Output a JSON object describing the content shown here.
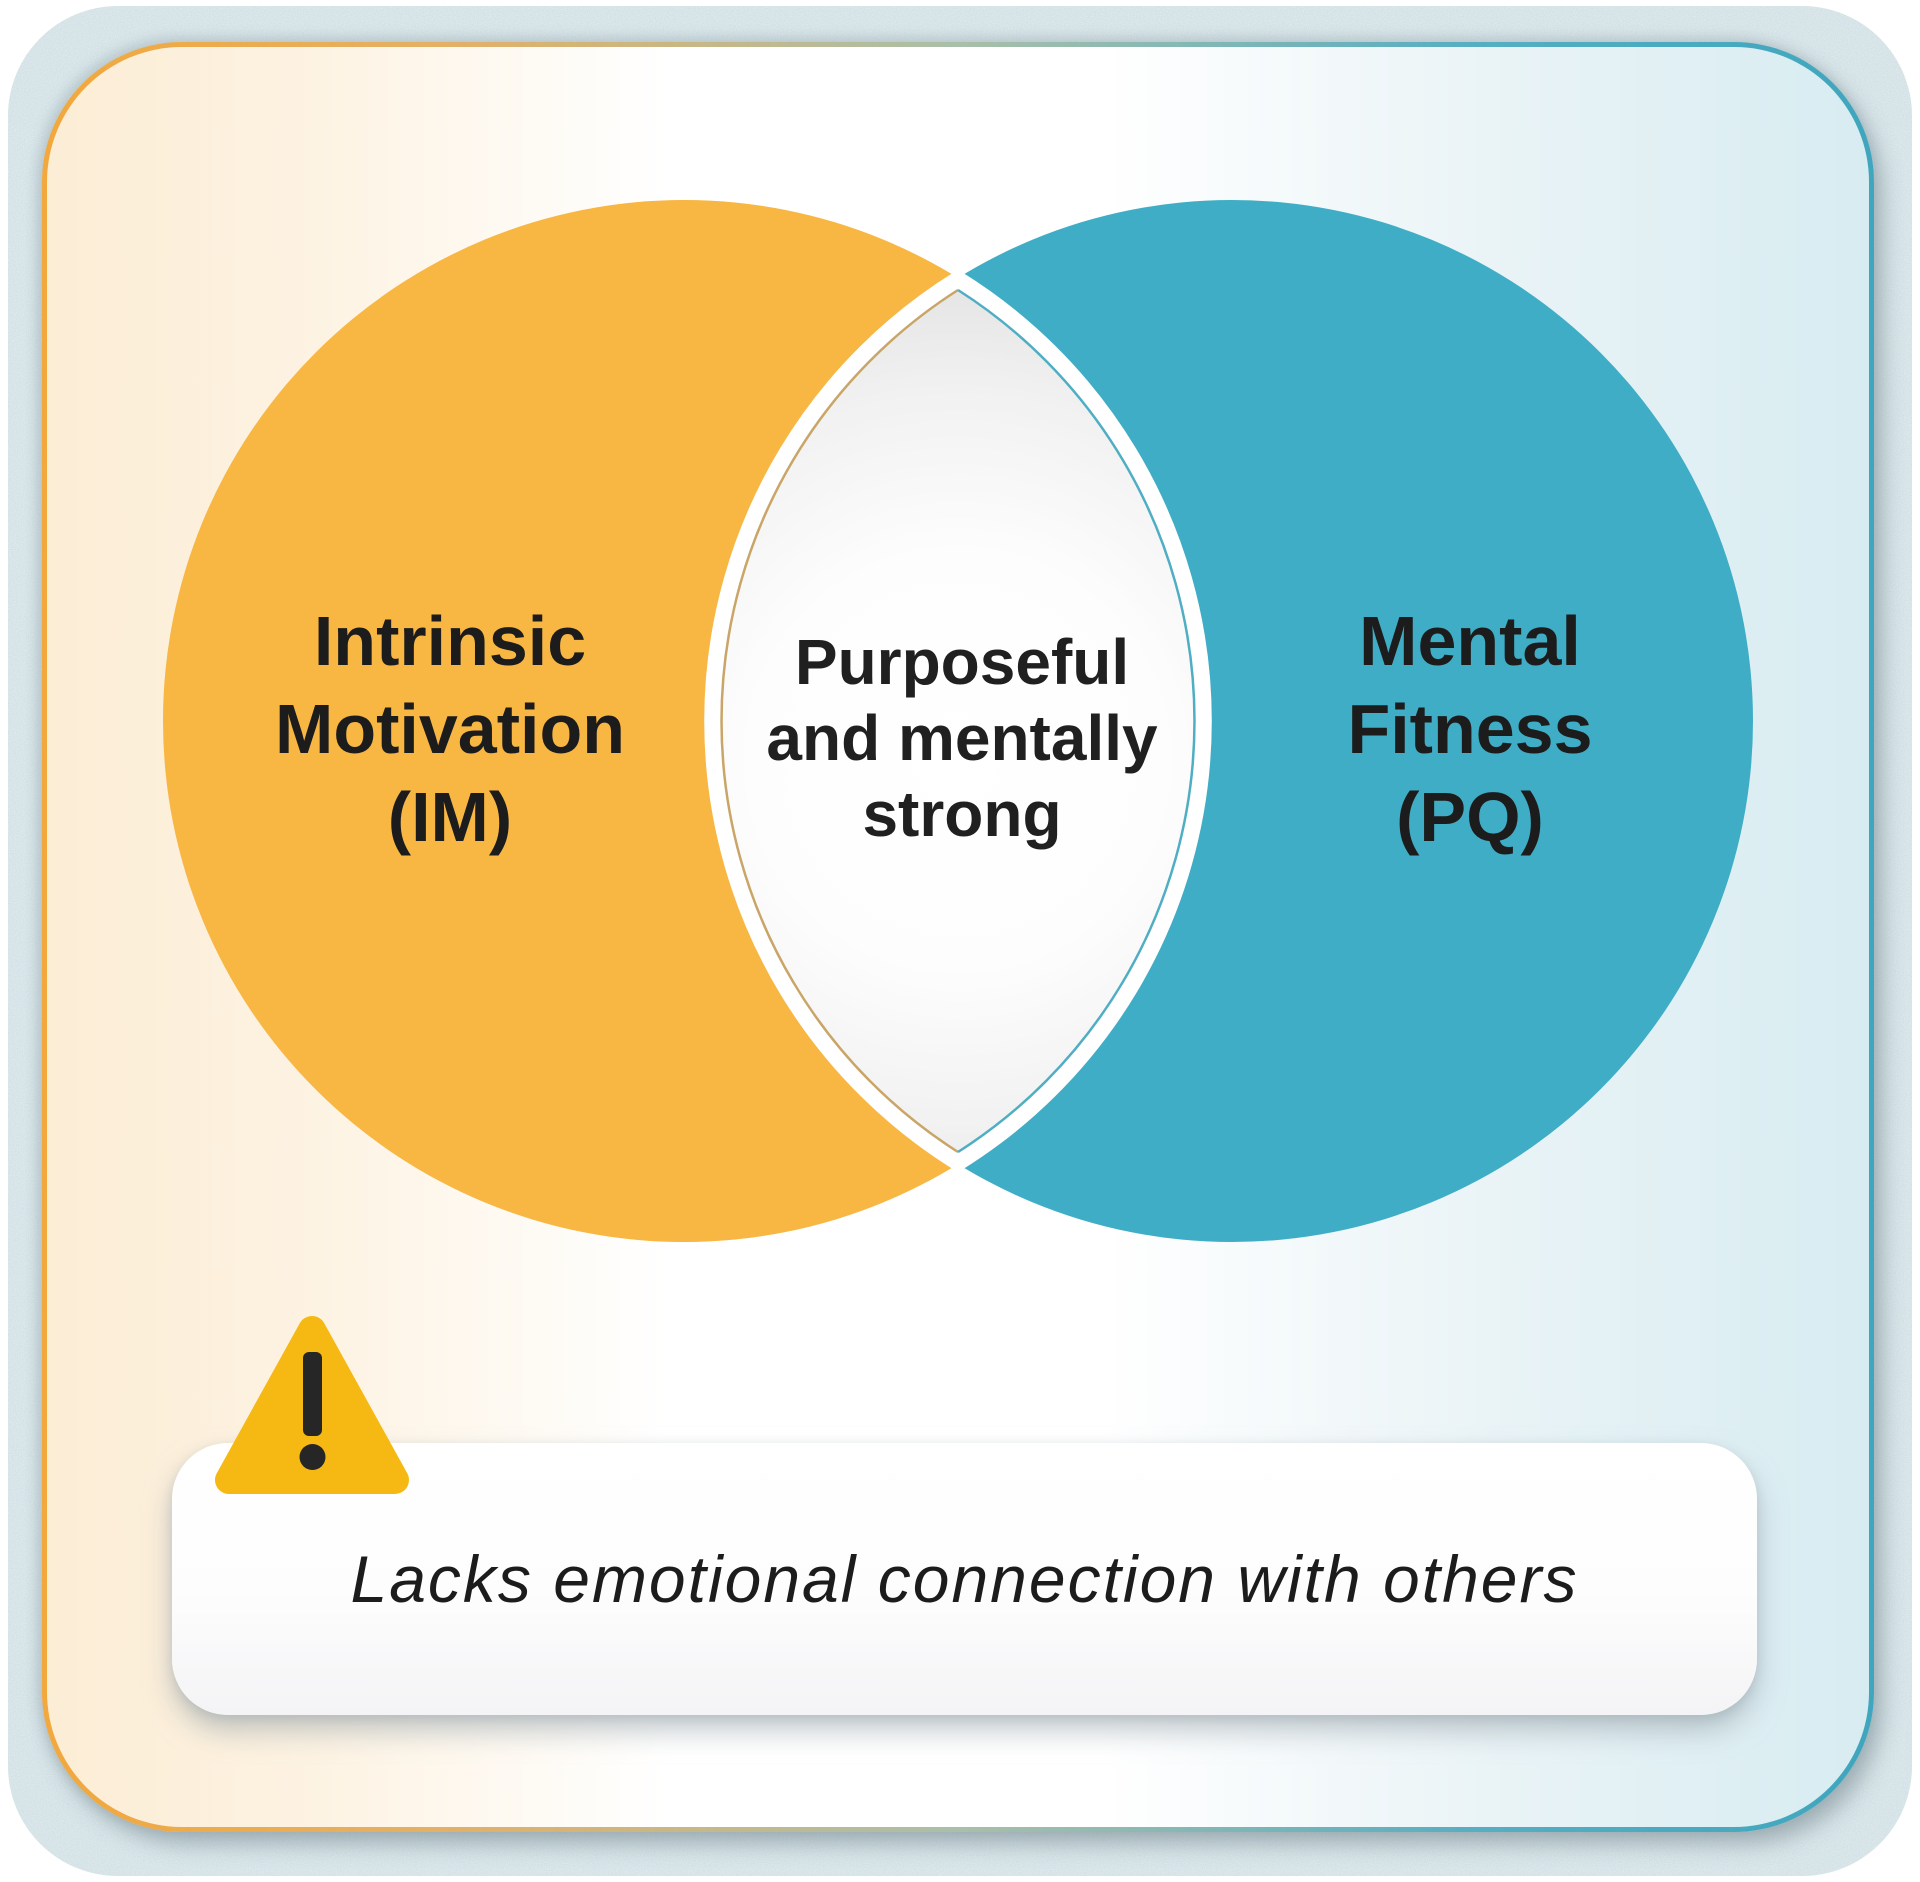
{
  "venn": {
    "left_circle": {
      "label": "Intrinsic Motivation (IM)",
      "lines": [
        "Intrinsic",
        "Motivation",
        "(IM)"
      ],
      "fill": "#F8B643"
    },
    "right_circle": {
      "label": "Mental Fitness (PQ)",
      "lines": [
        "Mental",
        "Fitness",
        "(PQ)"
      ],
      "fill": "#3FADC5"
    },
    "overlap": {
      "label": "Purposeful and mentally strong",
      "lines": [
        "Purposeful",
        "and mentally",
        "strong"
      ]
    }
  },
  "callout": {
    "text": "Lacks emotional connection with others",
    "icon": "warning-triangle-icon",
    "icon_fill": "#F6B913"
  },
  "palette": {
    "accent_orange": "#F8B643",
    "accent_teal": "#3FADC5",
    "warning_yellow": "#F6B913",
    "text_dark": "#1C1C1C",
    "card_bg_left": "#FCEDD5",
    "card_bg_right": "#D7ECF1",
    "outer_texture": "#CBDDE2"
  }
}
